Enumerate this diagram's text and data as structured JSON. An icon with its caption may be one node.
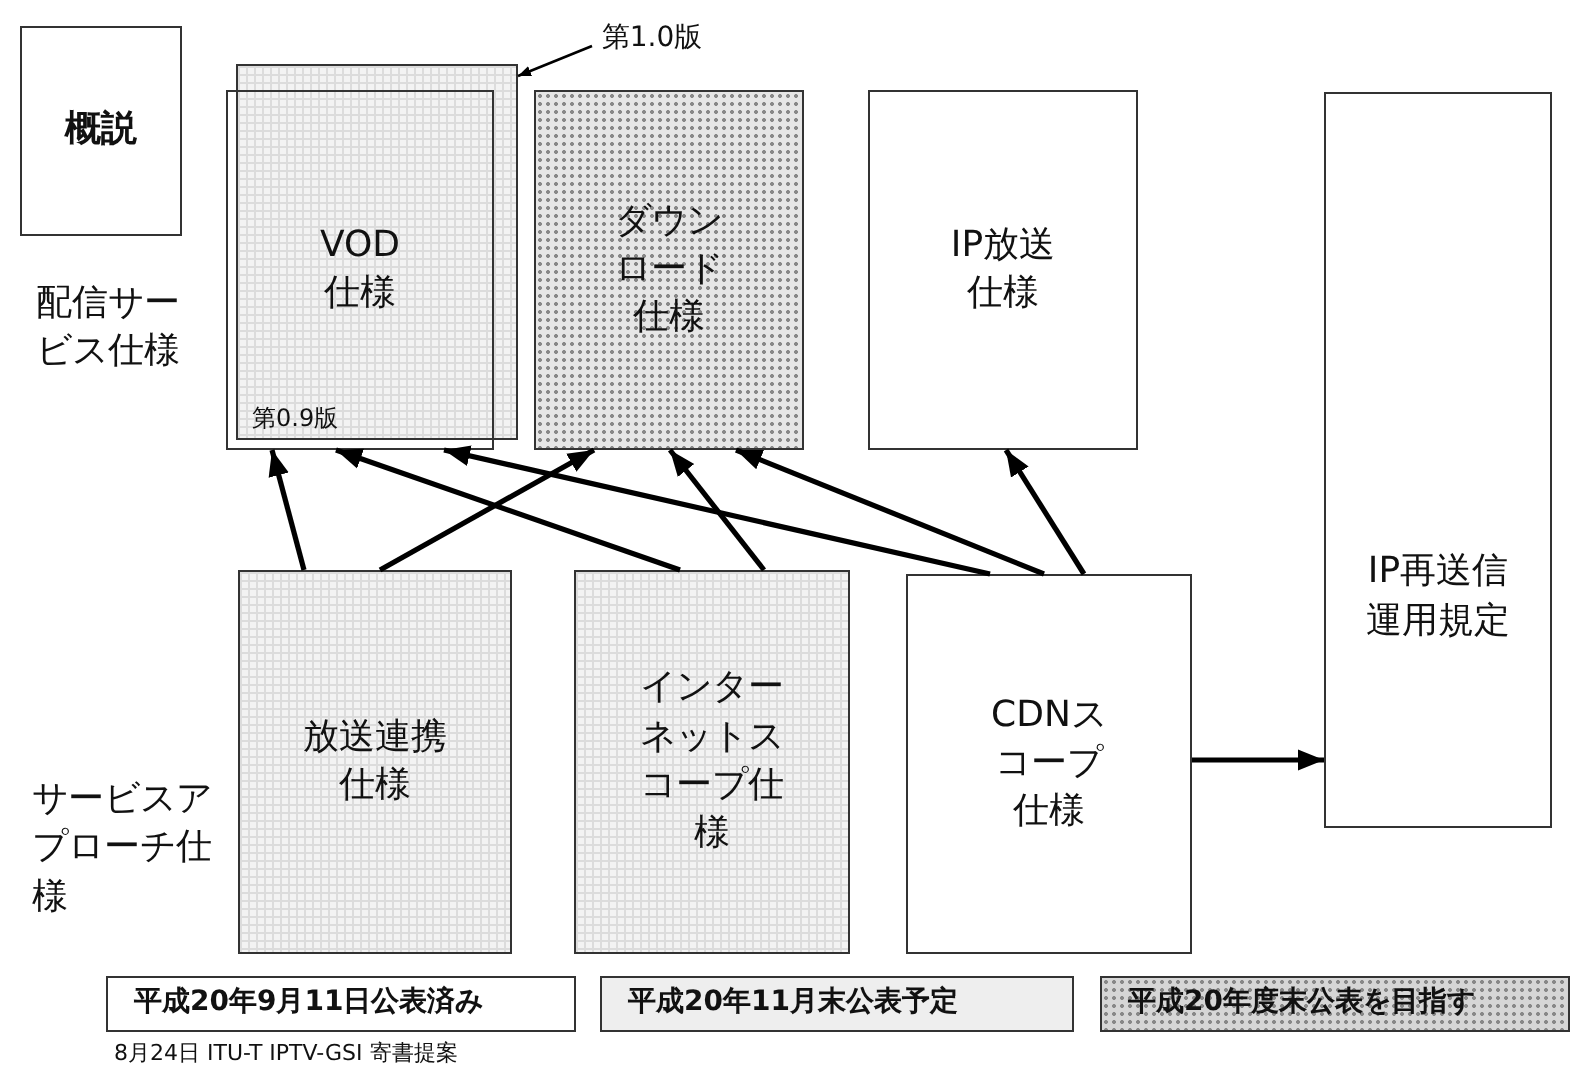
{
  "diagram": {
    "nodes": [
      {
        "text": [
          "概説"
        ]
      },
      {
        "text": [
          "第1.0版"
        ]
      },
      {
        "text": [],
        "shape": "box"
      },
      {
        "text": [
          "VOD仕様",
          "第0.9版"
        ]
      },
      {
        "text": [
          "ダウンロード仕様"
        ]
      },
      {
        "text": [
          "IP放送仕様"
        ]
      },
      {
        "text": [
          "IP再送信運用規定"
        ]
      },
      {
        "text": [
          "放送連携仕様"
        ]
      },
      {
        "text": [
          "インターネットスコープ仕様"
        ]
      },
      {
        "text": [
          "CDNスコープ仕様"
        ]
      }
    ],
    "edges": [
      {
        "from": 1,
        "to": 2,
        "arrow": "to"
      },
      {
        "from": 7,
        "to": 3,
        "arrow": "to"
      },
      {
        "from": 7,
        "to": 4,
        "arrow": "to"
      },
      {
        "from": 8,
        "to": 3,
        "arrow": "to"
      },
      {
        "from": 8,
        "to": 4,
        "arrow": "to"
      },
      {
        "from": 9,
        "to": 3,
        "arrow": "to"
      },
      {
        "from": 9,
        "to": 4,
        "arrow": "to"
      },
      {
        "from": 9,
        "to": 5,
        "arrow": "to"
      },
      {
        "from": 9,
        "to": 6,
        "arrow": "to"
      }
    ],
    "labels": [
      "配信サービス仕様",
      "サービスアプローチ仕様",
      "8月24日 ITU-T IPTV-GSI 寄書提案"
    ],
    "legend": [
      {
        "text": "平成20年9月11日公表済み",
        "color": "#ffffff"
      },
      {
        "text": "平成20年11月末公表予定",
        "color": "#eeeeee"
      },
      {
        "text": "平成20年度末公表を目指す",
        "color": "#d6d6d6"
      }
    ]
  }
}
